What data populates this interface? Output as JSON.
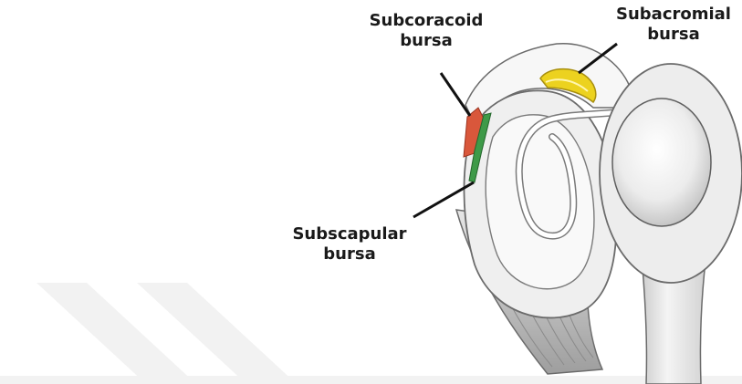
{
  "labels": {
    "subcoracoid": {
      "line1": "Subcoracoid",
      "line2": "bursa"
    },
    "subacromial": {
      "line1": "Subacromial",
      "line2": "bursa"
    },
    "subscapular": {
      "line1": "Subscapular",
      "line2": "bursa"
    }
  },
  "colors": {
    "subcoracoid_bursa": "#d9573b",
    "subacromial_bursa": "#ecd21f",
    "subscapular_bursa": "#3e9a48",
    "bone_fill": "#f2f2f2",
    "outline": "#6b6b6b",
    "leader": "#111111",
    "watermark": "#f1f1f1"
  },
  "icons": {
    "humeral_head": "humerus-head-icon",
    "scapula": "scapula-icon"
  }
}
